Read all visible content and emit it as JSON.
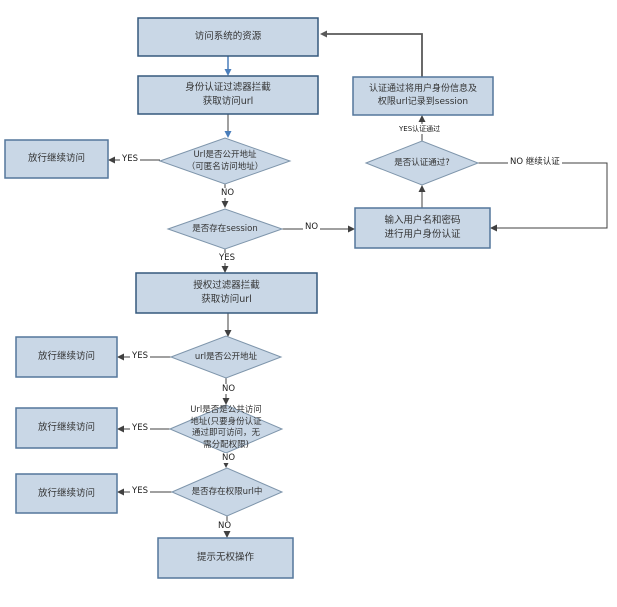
{
  "diagram_type": "flowchart",
  "colors": {
    "node_fill": "#c9d7e6",
    "rect_border": "#35587d",
    "rect_border_light": "#54779c",
    "diamond_border": "#7e95ab",
    "line": "#404040",
    "line_gray": "#595959",
    "arrow_blue": "#4a7ebb",
    "text": "#333333"
  },
  "nodes": {
    "access": {
      "text": "访问系统的资源"
    },
    "auth_filter": {
      "text": "身份认证过滤器拦截\n获取访问url"
    },
    "record_session": {
      "text": "认证通过将用户身份信息及\n权限url记录到session"
    },
    "url_public_1": {
      "text": "Url是否公开地址\n（可匿名访问地址）"
    },
    "pass_1": {
      "text": "放行继续访问"
    },
    "session_exists": {
      "text": "是否存在session"
    },
    "auth_passed": {
      "text": "是否认证通过?"
    },
    "login": {
      "text": "输入用户名和密码\n进行用户身份认证"
    },
    "authz_filter": {
      "text": "授权过滤器拦截\n获取访问url"
    },
    "url_public_2": {
      "text": "url是否公开地址"
    },
    "pass_2": {
      "text": "放行继续访问"
    },
    "public_access": {
      "text": "Url是否是公共访问\n地址(只要身份认证\n通过即可访问，无\n需分配权限)"
    },
    "pass_3": {
      "text": "放行继续访问"
    },
    "perm_url": {
      "text": "是否存在权限url中"
    },
    "pass_4": {
      "text": "放行继续访问"
    },
    "no_permission": {
      "text": "提示无权操作"
    }
  },
  "labels": {
    "yes": "YES",
    "no": "NO",
    "yes_auth_passed": "YES认证通过",
    "no_continue_auth": "NO 继续认证"
  }
}
